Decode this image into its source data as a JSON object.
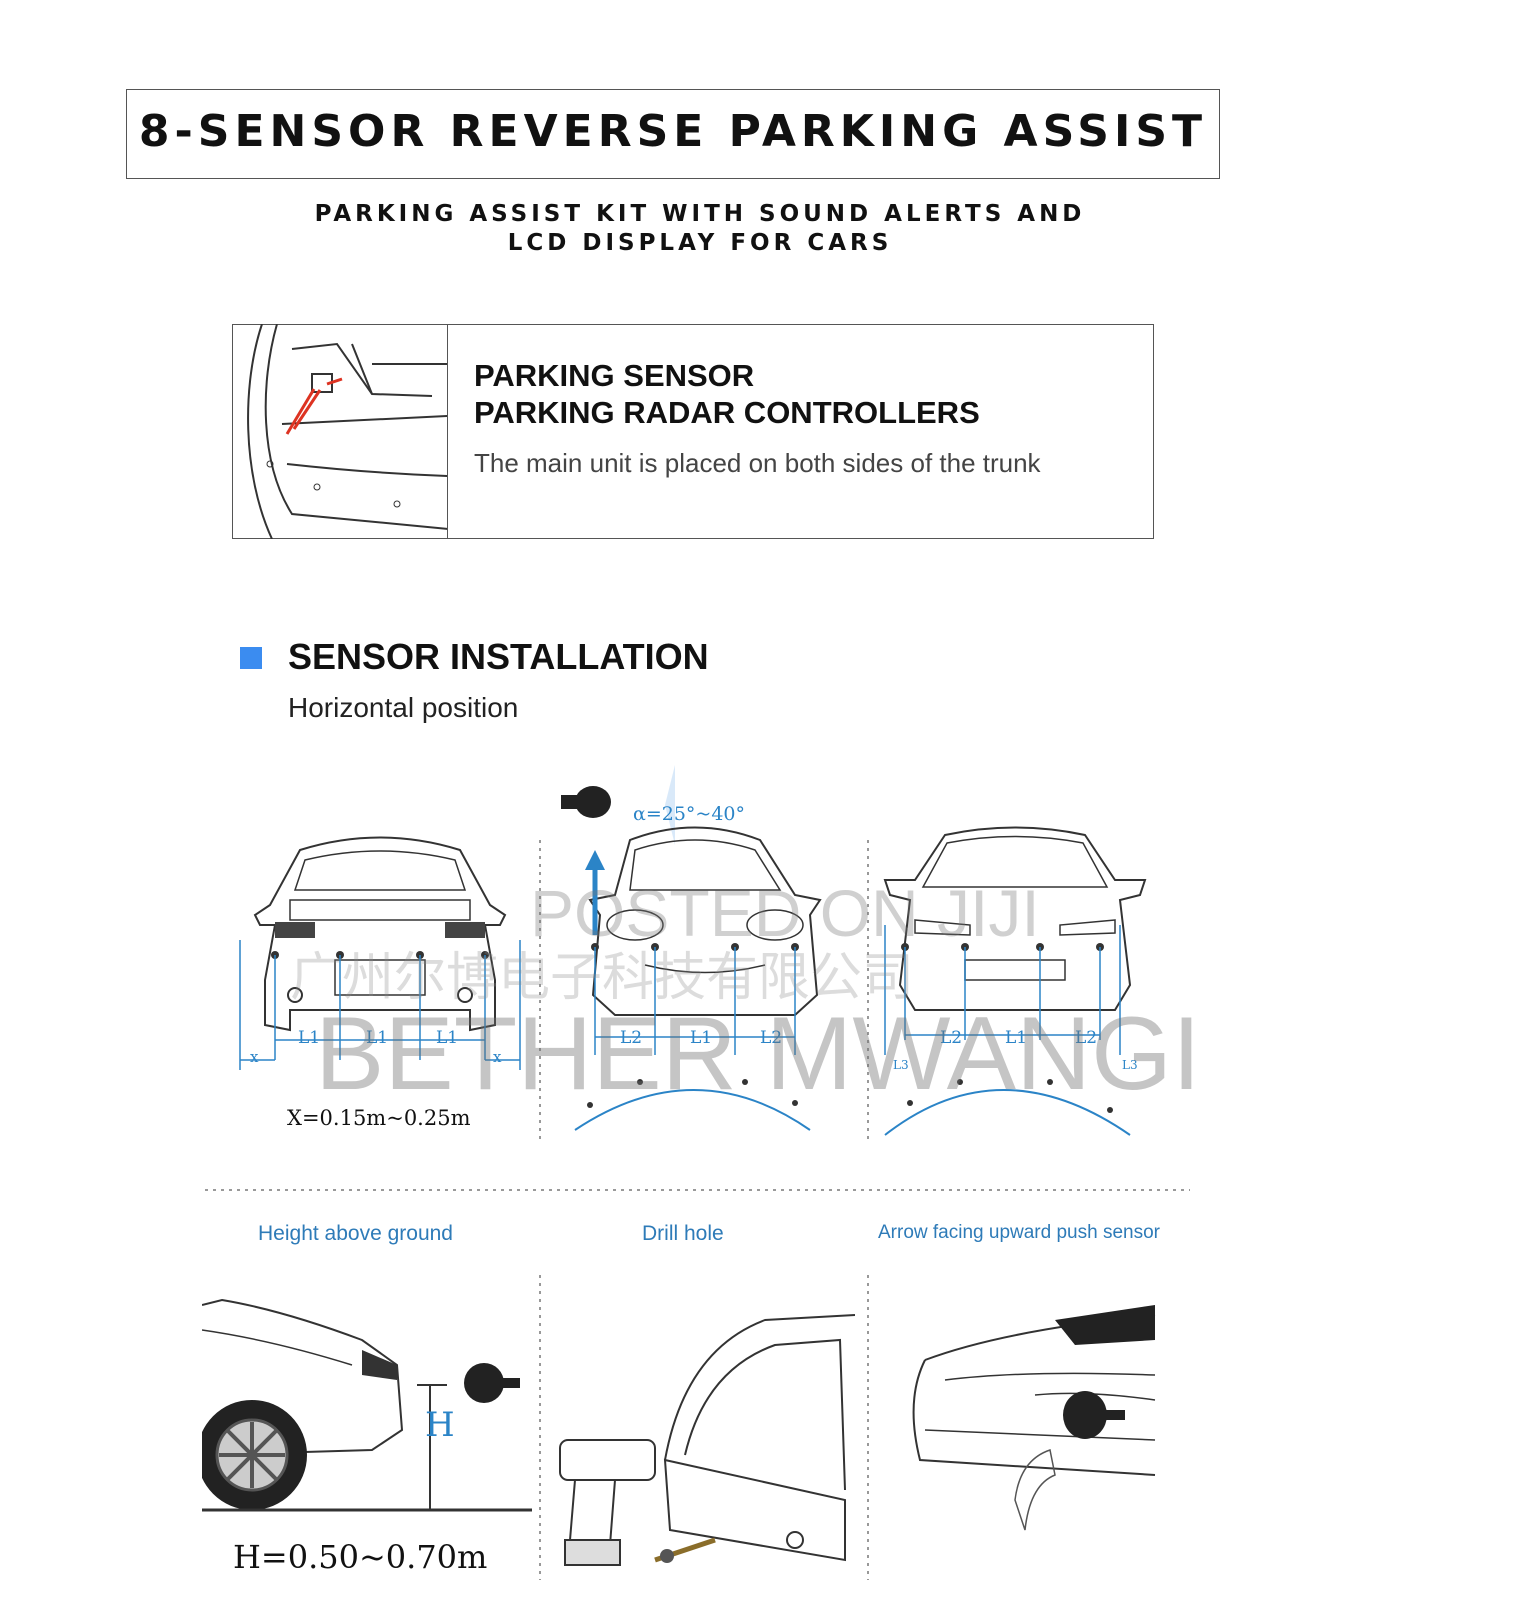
{
  "header": {
    "title": "8-SENSOR REVERSE PARKING ASSIST",
    "subtitle_line1": "PARKING ASSIST KIT WITH SOUND ALERTS AND",
    "subtitle_line2": "LCD DISPLAY FOR CARS"
  },
  "controller_box": {
    "heading_line1": "PARKING SENSOR",
    "heading_line2": "PARKING RADAR CONTROLLERS",
    "description": "The main unit is placed on both sides of the trunk"
  },
  "installation": {
    "heading": "SENSOR INSTALLATION",
    "subheading": "Horizontal position",
    "angle_label": "α=25°~40°",
    "diagram1_labels": [
      "L1",
      "L1",
      "L1"
    ],
    "diagram1_edge": "x",
    "diagram1_formula": "X=0.15m~0.25m",
    "diagram2_labels": [
      "L2",
      "L1",
      "L2"
    ],
    "diagram3_labels": [
      "L2",
      "L1",
      "L2"
    ],
    "diagram3_edge": "L3"
  },
  "steps": {
    "caption1": "Height above ground",
    "caption2": "Drill hole",
    "caption3": "Arrow facing upward  push sensor",
    "height_label": "H",
    "height_formula": "H=0.50~0.70m"
  },
  "watermarks": {
    "posted": "POSTED ON JIJI",
    "company": "广州尔博电子科技有限公司",
    "name": "BETHER MWANGI"
  },
  "colors": {
    "accent": "#3b8cf0",
    "diagram_blue": "#2b84c7"
  }
}
